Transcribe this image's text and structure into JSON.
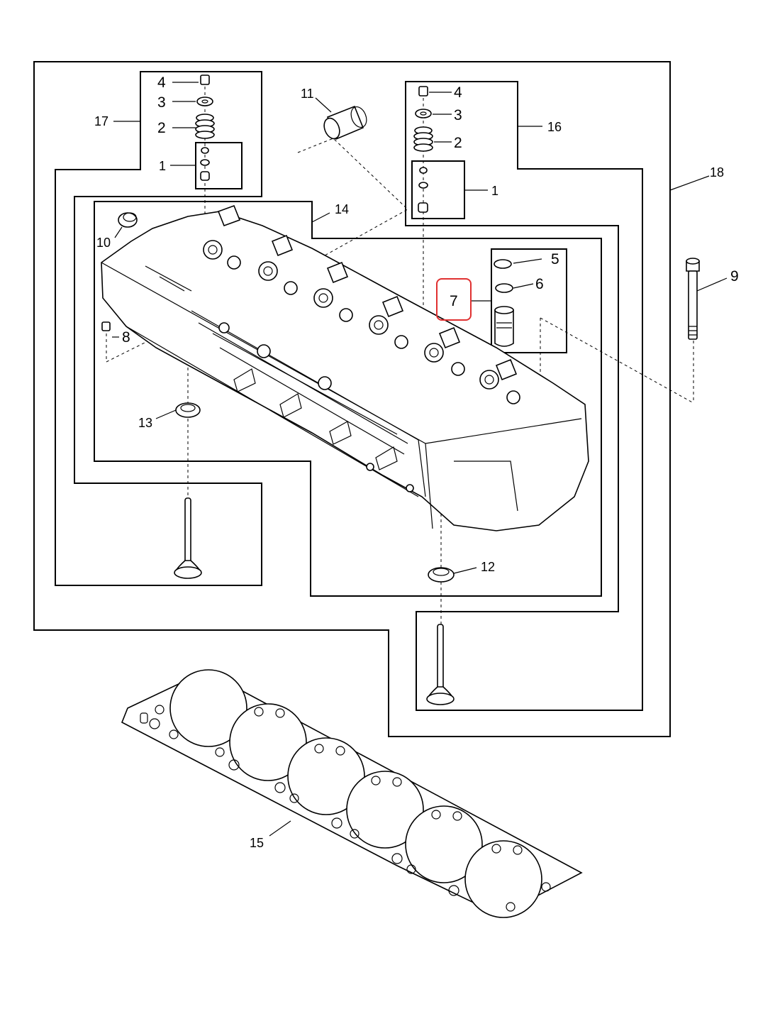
{
  "callouts": {
    "c1_left": "1",
    "c2_left": "2",
    "c3_left": "3",
    "c4_left": "4",
    "c17": "17",
    "c1_right": "1",
    "c2_right": "2",
    "c3_right": "3",
    "c4_right": "4",
    "c16": "16",
    "c5": "5",
    "c6": "6",
    "c7": "7",
    "c8": "8",
    "c9": "9",
    "c10": "10",
    "c11": "11",
    "c12": "12",
    "c13": "13",
    "c14": "14",
    "c15": "15",
    "c18": "18"
  },
  "highlight_color": "#e03030"
}
